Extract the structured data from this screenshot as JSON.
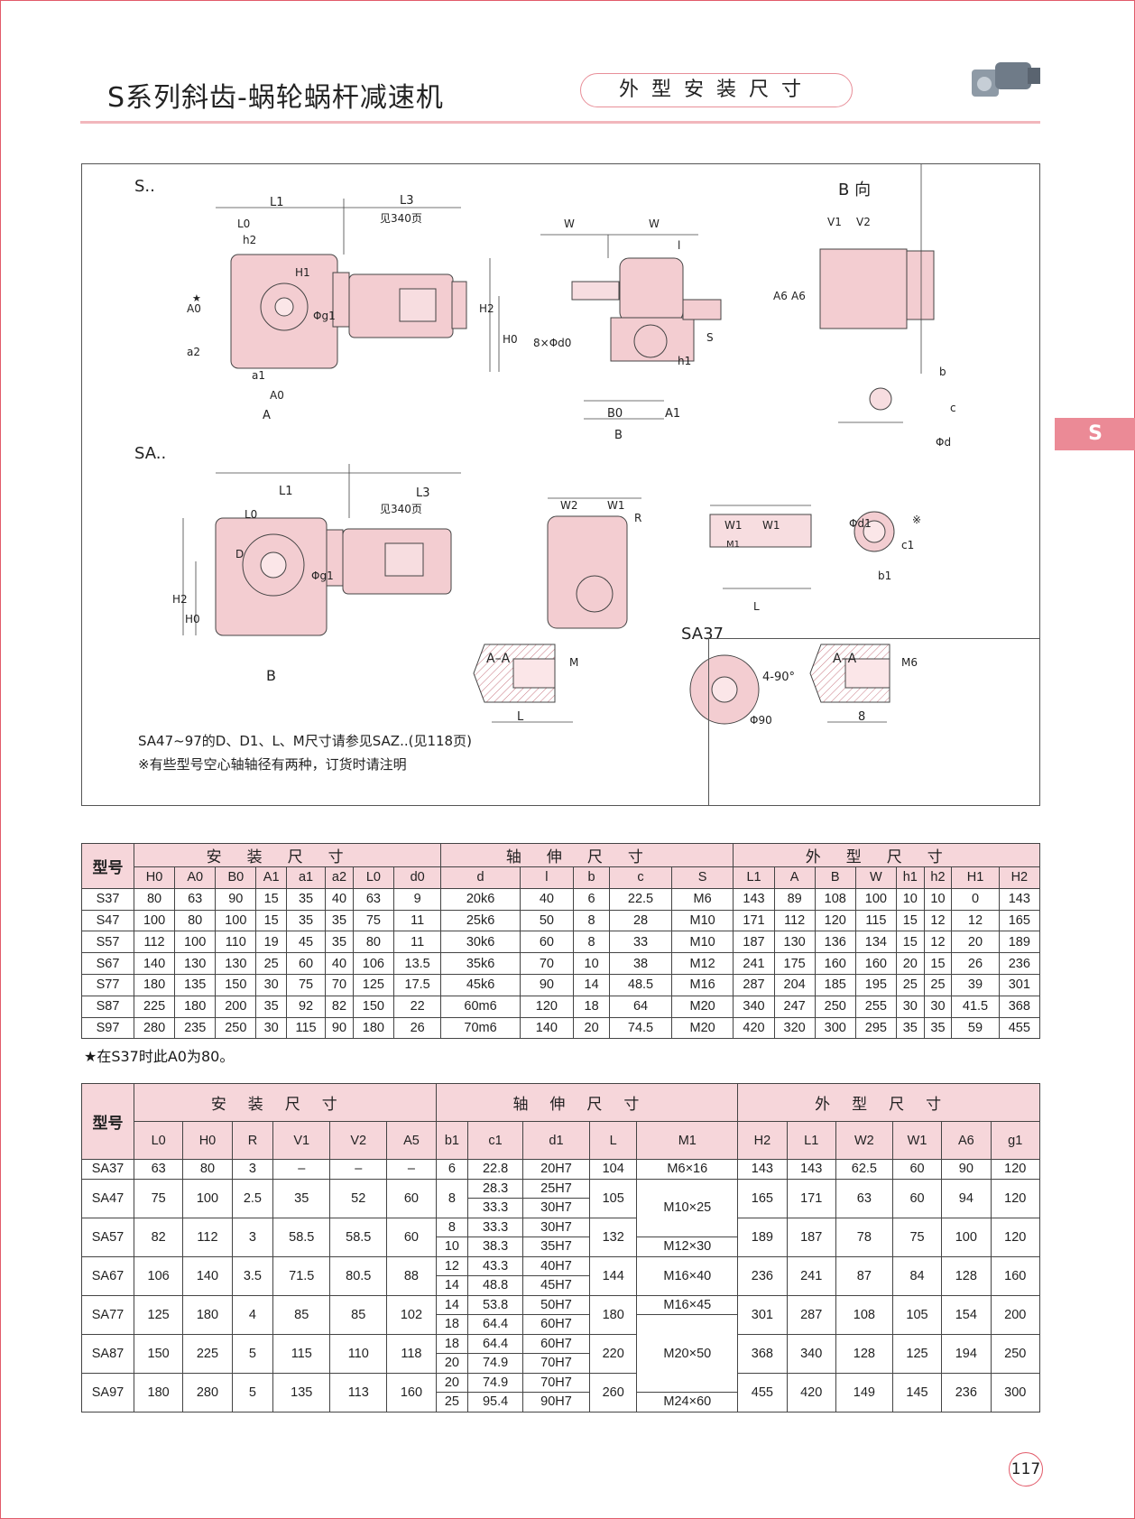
{
  "header": {
    "title": "S系列斜齿-蜗轮蜗杆减速机",
    "section": "外型安装尺寸",
    "tab": "S",
    "page_number": "117"
  },
  "drawing": {
    "labels": {
      "s": "S..",
      "sa": "SA..",
      "b_view": "B 向",
      "sa37": "SA37",
      "aa1": "A–A",
      "aa2": "A–A",
      "b_arrow": "B",
      "l3_s": "L3",
      "l3_s_note": "见340页",
      "l3_sa": "L3",
      "l3_sa_note": "见340页",
      "l1_s": "L1",
      "l0_s": "L0",
      "h2_s": "h2",
      "a0_s": "A0",
      "a2_s": "a2",
      "a1_s": "a1",
      "a0b_s": "A0",
      "a_s": "A",
      "h1_s": "H1",
      "g1_s": "Φg1",
      "w_l": "W",
      "w_r": "W",
      "l_s": "l",
      "h2big": "H2",
      "h0": "H0",
      "d0": "8×Φd0",
      "s_lbl": "S",
      "h1_small": "h1",
      "b0": "B0",
      "a1cap": "A1",
      "b": "B",
      "v1": "V1",
      "v2": "V2",
      "a6a": "A6",
      "a6b": "A6",
      "bkey": "b",
      "ckey": "c",
      "phid": "Φd",
      "l1_sa": "L1",
      "l0_sa": "L0",
      "h2_sa": "H2",
      "h0_sa": "H0",
      "g1_sa": "Φg1",
      "d_sa": "D",
      "w2": "W2",
      "w1": "W1",
      "r": "R",
      "w1a": "W1",
      "w1b": "W1",
      "m1": "M1",
      "l_sa": "L",
      "phid1": "Φd1",
      "c1": "c1",
      "b1": "b1",
      "mark": "※",
      "m_aa": "M",
      "l_aa": "L",
      "ang": "4-90°",
      "phi90": "Φ90",
      "m6": "M6",
      "eight": "8",
      "star": "★"
    },
    "notes": [
      "SA47~97的D、D1、L、M尺寸请参见SAZ..(见118页)",
      "※有些型号空心轴轴径有两种，订货时请注明"
    ]
  },
  "table1": {
    "model_label": "型号",
    "groups": [
      "安装尺寸",
      "轴伸尺寸",
      "外型尺寸"
    ],
    "columns": [
      "H0",
      "A0",
      "B0",
      "A1",
      "a1",
      "a2",
      "L0",
      "d0",
      "d",
      "l",
      "b",
      "c",
      "S",
      "L1",
      "A",
      "B",
      "W",
      "h1",
      "h2",
      "H1",
      "H2"
    ],
    "rows": [
      [
        "S37",
        "80",
        "63",
        "90",
        "15",
        "35",
        "40",
        "63",
        "9",
        "20k6",
        "40",
        "6",
        "22.5",
        "M6",
        "143",
        "89",
        "108",
        "100",
        "10",
        "10",
        "0",
        "143"
      ],
      [
        "S47",
        "100",
        "80",
        "100",
        "15",
        "35",
        "35",
        "75",
        "11",
        "25k6",
        "50",
        "8",
        "28",
        "M10",
        "171",
        "112",
        "120",
        "115",
        "15",
        "12",
        "12",
        "165"
      ],
      [
        "S57",
        "112",
        "100",
        "110",
        "19",
        "45",
        "35",
        "80",
        "11",
        "30k6",
        "60",
        "8",
        "33",
        "M10",
        "187",
        "130",
        "136",
        "134",
        "15",
        "12",
        "20",
        "189"
      ],
      [
        "S67",
        "140",
        "130",
        "130",
        "25",
        "60",
        "40",
        "106",
        "13.5",
        "35k6",
        "70",
        "10",
        "38",
        "M12",
        "241",
        "175",
        "160",
        "160",
        "20",
        "15",
        "26",
        "236"
      ],
      [
        "S77",
        "180",
        "135",
        "150",
        "30",
        "75",
        "70",
        "125",
        "17.5",
        "45k6",
        "90",
        "14",
        "48.5",
        "M16",
        "287",
        "204",
        "185",
        "195",
        "25",
        "25",
        "39",
        "301"
      ],
      [
        "S87",
        "225",
        "180",
        "200",
        "35",
        "92",
        "82",
        "150",
        "22",
        "60m6",
        "120",
        "18",
        "64",
        "M20",
        "340",
        "247",
        "250",
        "255",
        "30",
        "30",
        "41.5",
        "368"
      ],
      [
        "S97",
        "280",
        "235",
        "250",
        "30",
        "115",
        "90",
        "180",
        "26",
        "70m6",
        "140",
        "20",
        "74.5",
        "M20",
        "420",
        "320",
        "300",
        "295",
        "35",
        "35",
        "59",
        "455"
      ]
    ],
    "footnote": "★在S37时此A0为80。"
  },
  "table2": {
    "model_label": "型号",
    "groups": [
      "安装尺寸",
      "轴伸尺寸",
      "外型尺寸"
    ],
    "columns": [
      "L0",
      "H0",
      "R",
      "V1",
      "V2",
      "A5",
      "b1",
      "c1",
      "d1",
      "L",
      "M1",
      "H2",
      "L1",
      "W2",
      "W1",
      "A6",
      "g1"
    ],
    "rows": [
      {
        "model": "SA37",
        "L0": "63",
        "H0": "80",
        "R": "3",
        "V1": "–",
        "V2": "–",
        "A5": "–",
        "sub": [
          [
            "6",
            "22.8",
            "20H7"
          ]
        ],
        "L": "104",
        "H2": "143",
        "L1": "143",
        "W2": "62.5",
        "W1": "60",
        "A6": "90",
        "g1": "120"
      },
      {
        "model": "SA47",
        "L0": "75",
        "H0": "100",
        "R": "2.5",
        "V1": "35",
        "V2": "52",
        "A5": "60",
        "sub": [
          [
            "8",
            "28.3",
            "25H7"
          ],
          [
            "",
            "33.3",
            "30H7"
          ]
        ],
        "L": "105",
        "H2": "165",
        "L1": "171",
        "W2": "63",
        "W1": "60",
        "A6": "94",
        "g1": "120"
      },
      {
        "model": "SA57",
        "L0": "82",
        "H0": "112",
        "R": "3",
        "V1": "58.5",
        "V2": "58.5",
        "A5": "60",
        "sub": [
          [
            "8",
            "33.3",
            "30H7"
          ],
          [
            "10",
            "38.3",
            "35H7"
          ]
        ],
        "L": "132",
        "H2": "189",
        "L1": "187",
        "W2": "78",
        "W1": "75",
        "A6": "100",
        "g1": "120"
      },
      {
        "model": "SA67",
        "L0": "106",
        "H0": "140",
        "R": "3.5",
        "V1": "71.5",
        "V2": "80.5",
        "A5": "88",
        "sub": [
          [
            "12",
            "43.3",
            "40H7"
          ],
          [
            "14",
            "48.8",
            "45H7"
          ]
        ],
        "L": "144",
        "H2": "236",
        "L1": "241",
        "W2": "87",
        "W1": "84",
        "A6": "128",
        "g1": "160"
      },
      {
        "model": "SA77",
        "L0": "125",
        "H0": "180",
        "R": "4",
        "V1": "85",
        "V2": "85",
        "A5": "102",
        "sub": [
          [
            "14",
            "53.8",
            "50H7"
          ],
          [
            "18",
            "64.4",
            "60H7"
          ]
        ],
        "L": "180",
        "H2": "301",
        "L1": "287",
        "W2": "108",
        "W1": "105",
        "A6": "154",
        "g1": "200"
      },
      {
        "model": "SA87",
        "L0": "150",
        "H0": "225",
        "R": "5",
        "V1": "115",
        "V2": "110",
        "A5": "118",
        "sub": [
          [
            "18",
            "64.4",
            "60H7"
          ],
          [
            "20",
            "74.9",
            "70H7"
          ]
        ],
        "L": "220",
        "H2": "368",
        "L1": "340",
        "W2": "128",
        "W1": "125",
        "A6": "194",
        "g1": "250"
      },
      {
        "model": "SA97",
        "L0": "180",
        "H0": "280",
        "R": "5",
        "V1": "135",
        "V2": "113",
        "A5": "160",
        "sub": [
          [
            "20",
            "74.9",
            "70H7"
          ],
          [
            "25",
            "95.4",
            "90H7"
          ]
        ],
        "L": "260",
        "H2": "455",
        "L1": "420",
        "W2": "149",
        "W1": "145",
        "A6": "236",
        "g1": "300"
      }
    ],
    "m1": [
      "M6×16",
      "M10×25",
      "M12×30",
      "M16×40",
      "M16×45",
      "M20×50",
      "M24×60"
    ]
  }
}
